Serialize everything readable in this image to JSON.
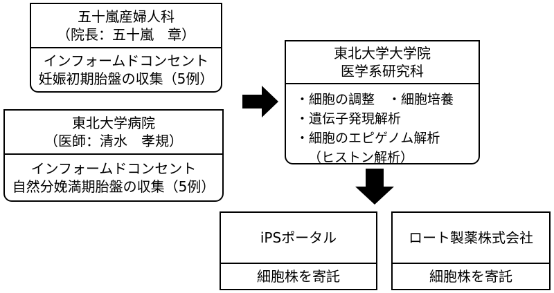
{
  "hospital1": {
    "name": "五十嵐産婦人科",
    "director": "（院長：五十嵐　章）",
    "consent": "インフォームドコンセント",
    "collection": "妊娠初期胎盤の収集（5例）"
  },
  "hospital2": {
    "name": "東北大学病院",
    "doctor": "（医師：清水　孝規）",
    "consent": "インフォームドコンセント",
    "collection": "自然分娩満期胎盤の収集（5例）"
  },
  "university": {
    "name_line1": "東北大学大学院",
    "name_line2": "医学系研究科",
    "tasks": [
      "・細胞の調整　・細胞培養",
      "・遺伝子発現解析",
      "・細胞のエピゲノム解析",
      "（ヒストン解析）"
    ]
  },
  "partner1": {
    "name": "iPSポータル",
    "action": "細胞株を寄託"
  },
  "partner2": {
    "name": "ロート製薬株式会社",
    "action": "細胞株を寄託"
  }
}
